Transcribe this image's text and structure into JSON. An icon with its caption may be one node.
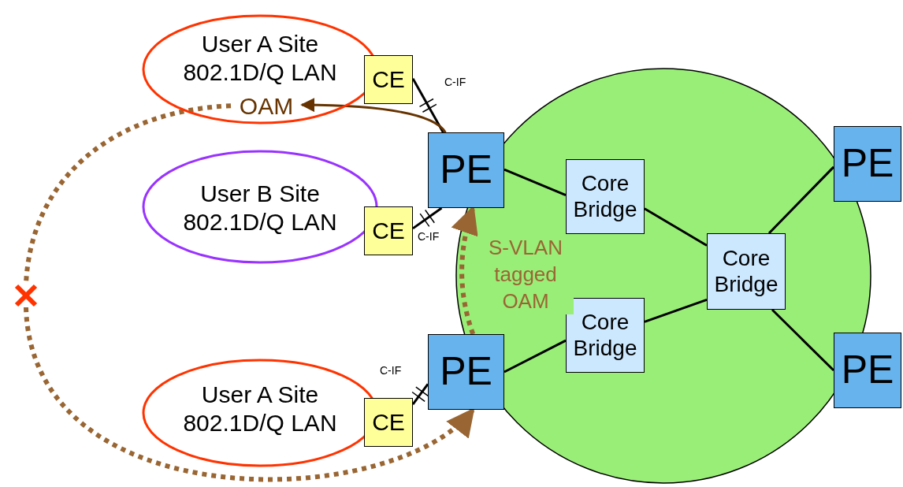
{
  "diagram": {
    "nodes": [
      {
        "text": [
          "User A Site 802.1D/Q LAN"
        ]
      },
      {
        "text": [
          "CE"
        ]
      },
      {
        "text": [
          "OAM"
        ],
        "in": 0
      },
      {
        "text": [
          "User B Site 802.1D/Q LAN"
        ]
      },
      {
        "text": [
          "CE"
        ]
      },
      {
        "text": [
          "User A Site 802.1D/Q LAN"
        ]
      },
      {
        "text": [
          "CE"
        ]
      },
      {
        "text": [],
        "shape": "circle"
      },
      {
        "text": [
          "PE"
        ]
      },
      {
        "text": [
          "PE"
        ]
      },
      {
        "text": [
          "PE"
        ]
      },
      {
        "text": [
          "PE"
        ]
      },
      {
        "text": [
          "Core Bridge"
        ],
        "in": 7
      },
      {
        "text": [
          "Core Bridge"
        ],
        "in": 7
      },
      {
        "text": [
          "Core Bridge"
        ],
        "in": 7
      },
      {
        "text": [],
        "shape": "cross"
      }
    ],
    "edges": [
      {
        "from": 1,
        "to": 8,
        "arrow": "none",
        "label": "C-IF"
      },
      {
        "from": 4,
        "to": 8,
        "arrow": "none",
        "label": "C-IF"
      },
      {
        "from": 6,
        "to": 9,
        "arrow": "none",
        "label": "C-IF"
      },
      {
        "from": 8,
        "to": 12,
        "arrow": "none"
      },
      {
        "from": 9,
        "to": 13,
        "arrow": "none"
      },
      {
        "from": 12,
        "to": 14,
        "arrow": "none"
      },
      {
        "from": 13,
        "to": 14,
        "arrow": "none"
      },
      {
        "from": 14,
        "to": 10,
        "arrow": "none"
      },
      {
        "from": 14,
        "to": 11,
        "arrow": "none"
      },
      {
        "from": 2,
        "to": 15,
        "arrow": "none",
        "style": "dashed",
        "color": "#996633"
      },
      {
        "from": 15,
        "to": 9,
        "arrow": "to",
        "style": "dashed",
        "color": "#996633"
      },
      {
        "from": 9,
        "to": 8,
        "arrow": "to",
        "style": "dashed",
        "color": "#996633",
        "label": "S-VLAN tagged OAM"
      },
      {
        "from": 8,
        "to": 2,
        "arrow": "to",
        "color": "#663300"
      }
    ]
  }
}
